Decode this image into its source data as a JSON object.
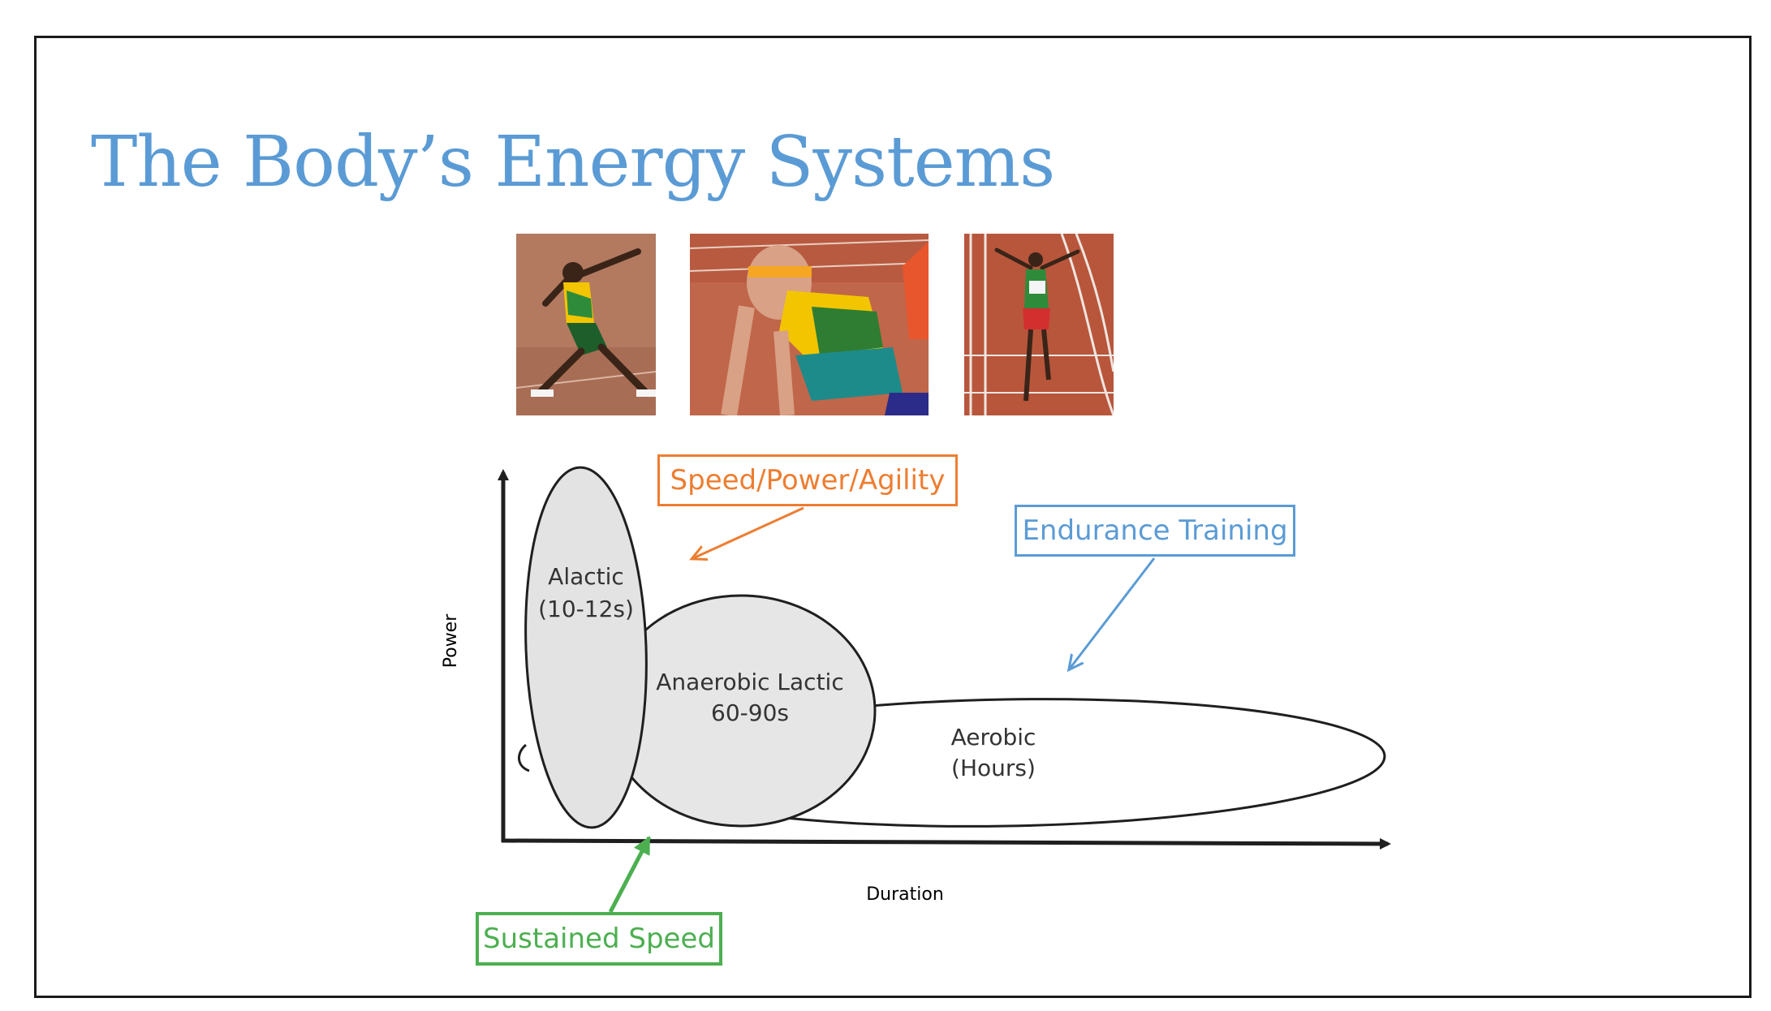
{
  "slide": {
    "title": "The Body’s Energy Systems"
  },
  "diagram": {
    "y_axis_label": "Power",
    "x_axis_label": "Duration",
    "regions": {
      "alactic": {
        "name": "Alactic",
        "duration": "(10-12s)"
      },
      "anaerobic_lactic": {
        "name": "Anaerobic Lactic",
        "duration": "60-90s"
      },
      "aerobic": {
        "name": "Aerobic",
        "duration": "(Hours)"
      }
    }
  },
  "callouts": {
    "speed_power_agility": {
      "label": "Speed/Power/Agility",
      "color": "#ed7d31"
    },
    "endurance_training": {
      "label": "Endurance Training",
      "color": "#5b9bd5"
    },
    "sustained_speed": {
      "label": "Sustained Speed",
      "color": "#4caf50"
    }
  },
  "colors": {
    "title": "#5b9bd5",
    "region_fill": "#e6e6e6",
    "region_stroke": "#1f1f1f"
  }
}
